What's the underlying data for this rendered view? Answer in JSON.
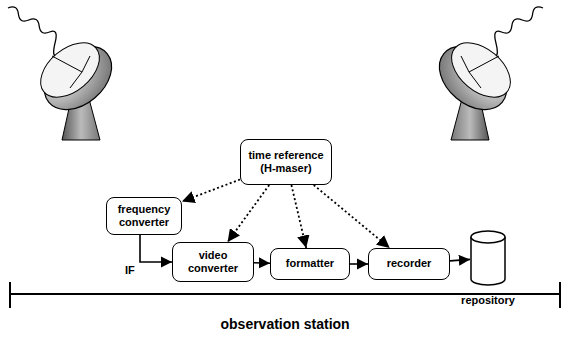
{
  "diagram": {
    "nodes": [
      {
        "text": [
          "time reference (H-maser)"
        ]
      },
      {
        "text": [
          "frequency converter"
        ]
      },
      {
        "text": [
          "video converter"
        ]
      },
      {
        "text": [
          "formatter"
        ]
      },
      {
        "text": [
          "recorder"
        ]
      },
      {
        "text": [
          "repository"
        ]
      }
    ],
    "edges": [
      {
        "from": 0,
        "to": 1,
        "arrow": "to"
      },
      {
        "from": 0,
        "to": 2,
        "arrow": "to"
      },
      {
        "from": 0,
        "to": 3,
        "arrow": "to"
      },
      {
        "from": 0,
        "to": 4,
        "arrow": "to"
      },
      {
        "from": 1,
        "to": 2,
        "label": "IF",
        "arrow": "to"
      },
      {
        "from": 2,
        "to": 3,
        "arrow": "to"
      },
      {
        "from": 3,
        "to": 4,
        "arrow": "to"
      },
      {
        "from": 4,
        "to": 5,
        "arrow": "to"
      }
    ],
    "labels": [
      "observation station"
    ]
  }
}
